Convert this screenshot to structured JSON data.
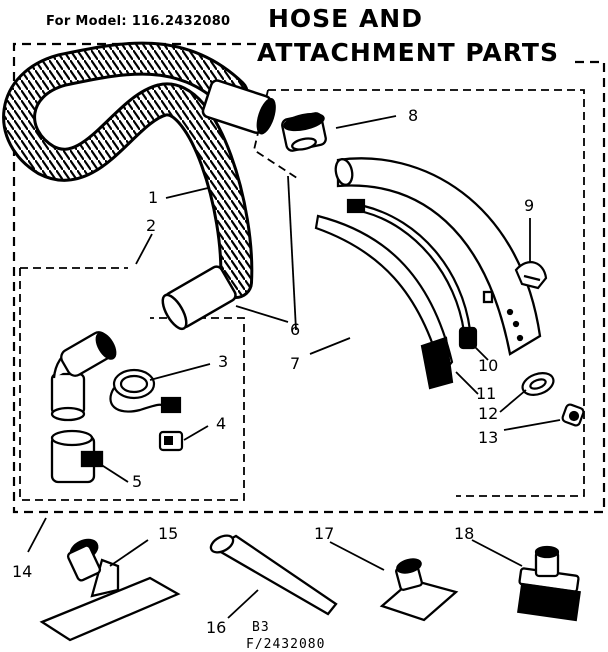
{
  "header": {
    "model_label": "For Model: 116.2432080",
    "title_line1": "HOSE AND",
    "title_line2": "ATTACHMENT PARTS"
  },
  "footer": {
    "code_line1": "B3",
    "code_line2": "F/2432080"
  },
  "callouts": [
    "1",
    "2",
    "3",
    "4",
    "5",
    "6",
    "7",
    "8",
    "9",
    "10",
    "11",
    "12",
    "13",
    "14",
    "15",
    "16",
    "17",
    "18"
  ]
}
